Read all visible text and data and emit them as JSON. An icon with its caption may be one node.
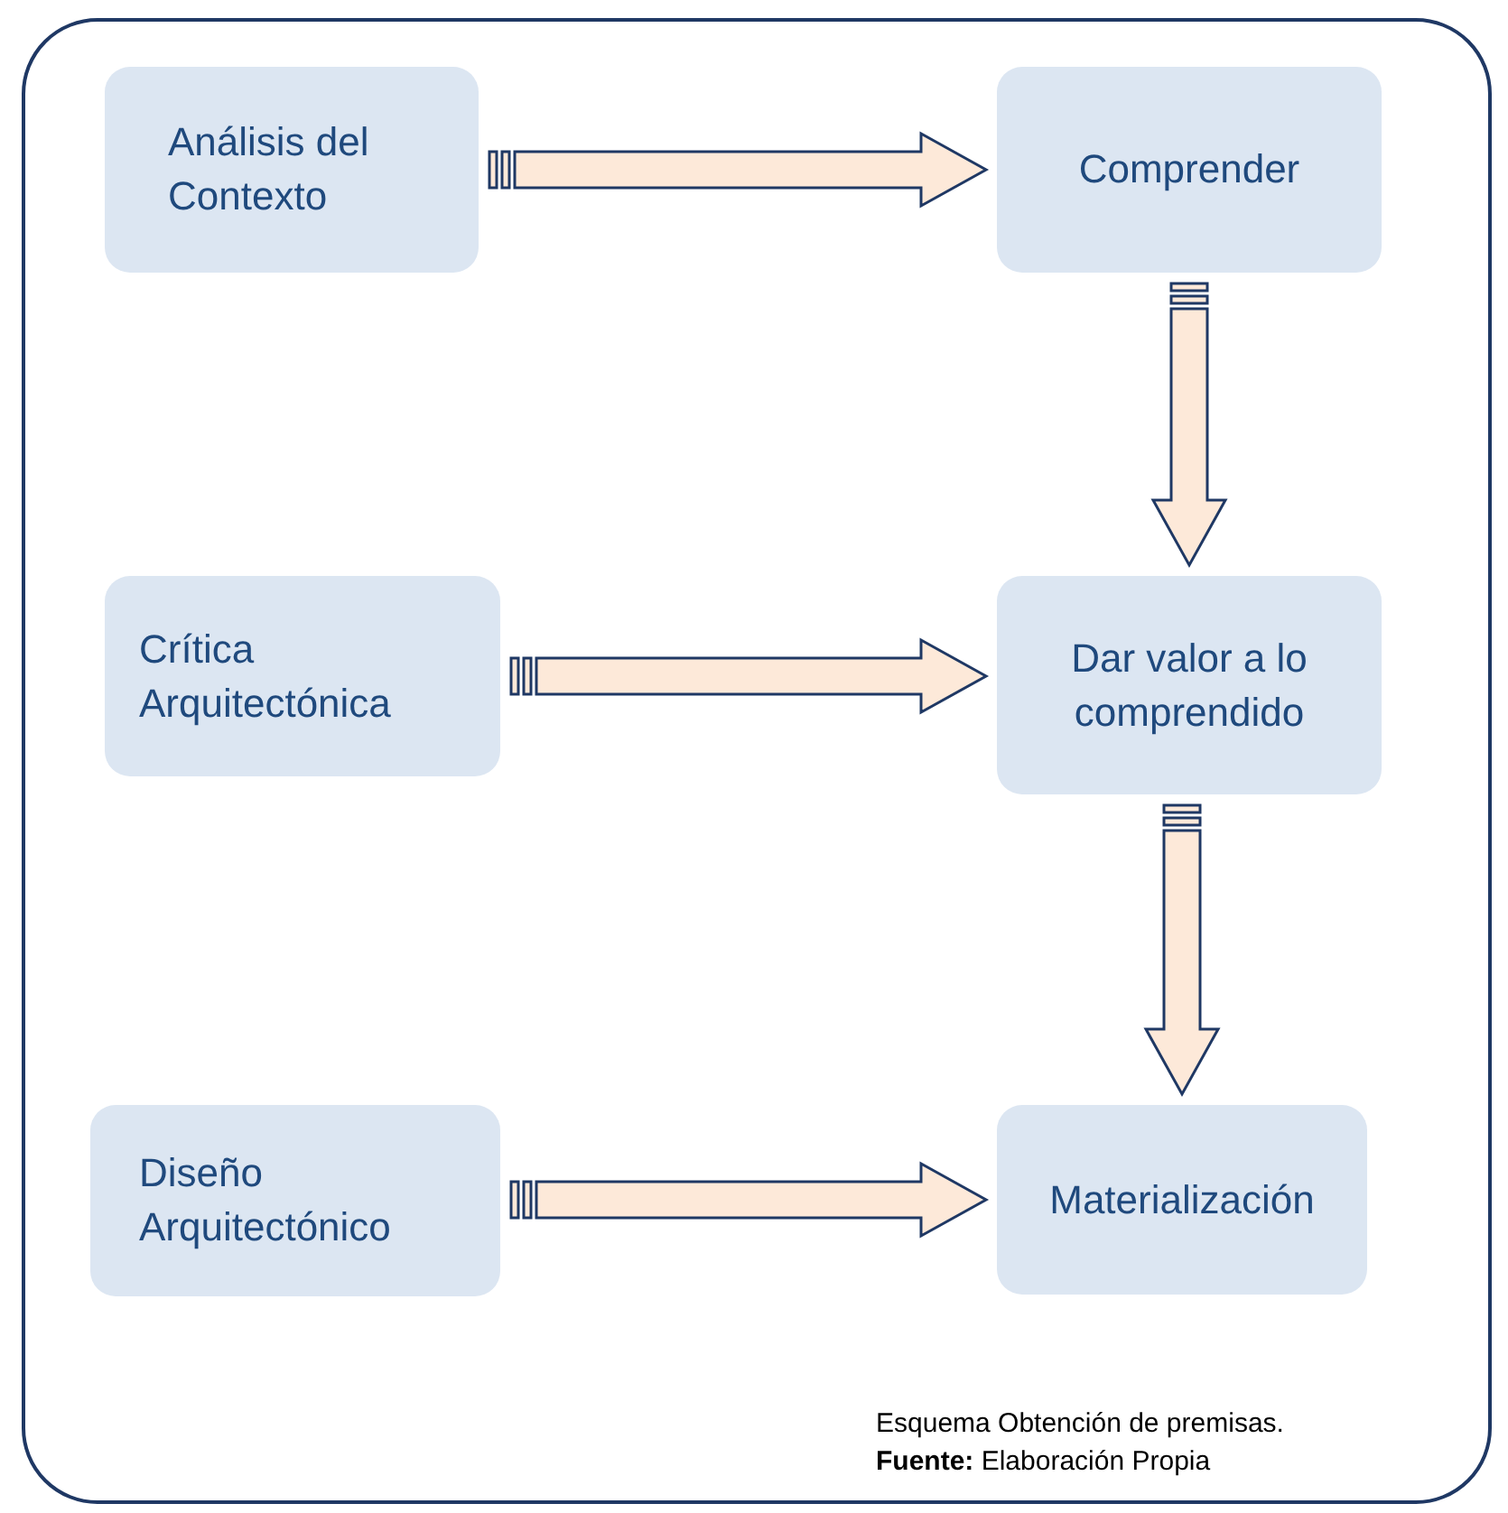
{
  "diagram": {
    "nodes": [
      {
        "text": [
          "Análisis del Contexto"
        ]
      },
      {
        "text": [
          "Comprender"
        ]
      },
      {
        "text": [
          "Crítica Arquitectónica"
        ]
      },
      {
        "text": [
          "Dar valor a lo comprendido"
        ]
      },
      {
        "text": [
          "Diseño Arquitectónico"
        ]
      },
      {
        "text": [
          "Materialización"
        ]
      }
    ],
    "edges": [
      {
        "from": 0,
        "to": 1,
        "arrow": "to"
      },
      {
        "from": 1,
        "to": 3,
        "arrow": "to"
      },
      {
        "from": 2,
        "to": 3,
        "arrow": "to"
      },
      {
        "from": 3,
        "to": 5,
        "arrow": "to"
      },
      {
        "from": 4,
        "to": 5,
        "arrow": "to"
      }
    ],
    "labels": [
      "Esquema Obtención de premisas.",
      "**Fuente:** Elaboración Propia"
    ]
  }
}
